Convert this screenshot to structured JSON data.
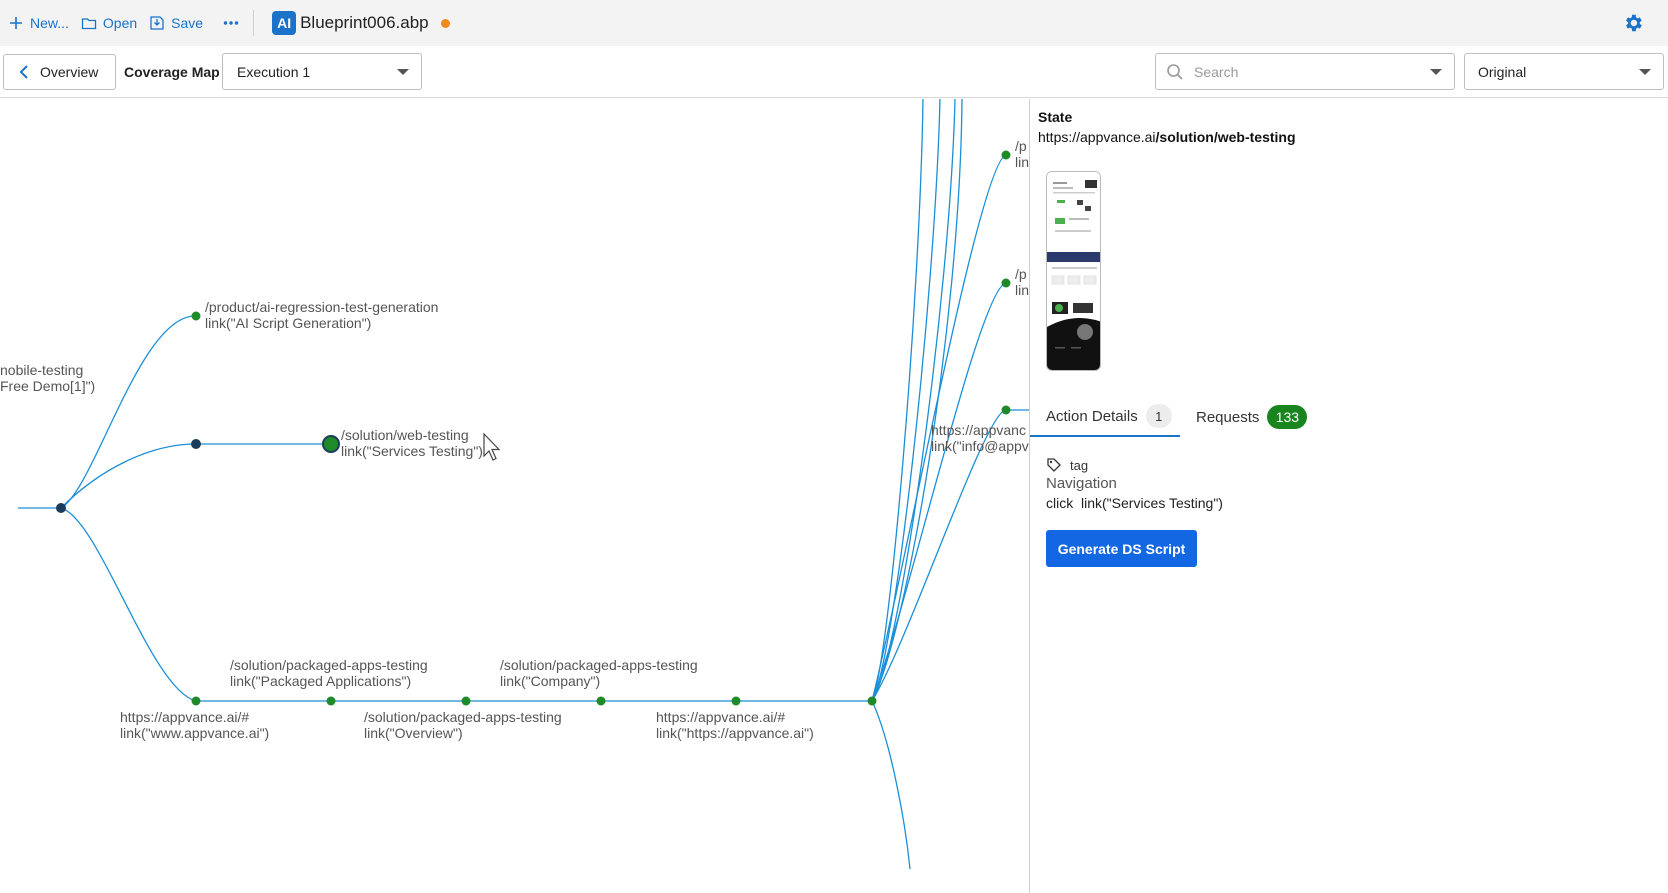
{
  "toolbar": {
    "new_label": "New...",
    "open_label": "Open",
    "save_label": "Save",
    "app_badge": "AI",
    "file_name": "Blueprint006.abp",
    "accent_color": "#1a73c9",
    "unsaved_color": "#f08a1c"
  },
  "subbar": {
    "overview_label": "Overview",
    "coverage_label": "Coverage Map",
    "execution_value": "Execution 1",
    "search_placeholder": "Search",
    "view_value": "Original"
  },
  "map": {
    "nodes": {
      "left_partial_path": "nobile-testing",
      "left_partial_link": " Free Demo[1]\")",
      "ai_regression_path": "/product/ai-regression-test-generation",
      "ai_regression_link": "link(\"AI Script Generation\")",
      "web_testing_path": "/solution/web-testing",
      "web_testing_link": "link(\"Services Testing\")",
      "home_path": "https://appvance.ai/#",
      "home_link": "link(\"www.appvance.ai\")",
      "packaged_path": "/solution/packaged-apps-testing",
      "packaged_link": "link(\"Packaged Applications\")",
      "overview_path": "/solution/packaged-apps-testing",
      "overview_link": "link(\"Overview\")",
      "company_path": "/solution/packaged-apps-testing",
      "company_link": "link(\"Company\")",
      "home2_path": "https://appvance.ai/#",
      "home2_link": "link(\"https://appvance.ai\")",
      "right1_path": "/p",
      "right1_link": "lin",
      "right2_path": "/p",
      "right2_link": "lin",
      "right3_path": "https://appvanc",
      "right3_link": "link(\"info@appv"
    },
    "edge_color": "#1a8fd8",
    "node_green": "#1e8a2a",
    "node_dark": "#1b3d5a"
  },
  "panel": {
    "state_title": "State",
    "state_url_host": "https://appvance.ai",
    "state_url_path": "/solution/web-testing",
    "tab_action_label": "Action Details",
    "tab_action_count": "1",
    "tab_requests_label": "Requests",
    "tab_requests_count": "133",
    "tag_label": "tag",
    "nav_type": "Navigation",
    "action_verb": "click",
    "action_target": "link(\"Services Testing\")",
    "generate_label": "Generate DS Script"
  }
}
